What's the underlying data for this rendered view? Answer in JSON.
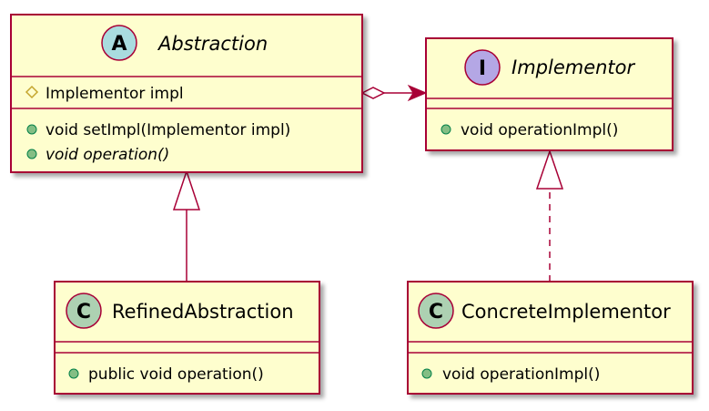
{
  "colors": {
    "box_fill": "#FEFECE",
    "box_border": "#A80036",
    "abstract_badge": "#A9DCDF",
    "interface_badge": "#B4A7E5",
    "class_badge": "#ADD1B2",
    "public_marker": "#84BE84",
    "protected_marker": "#C4A52E"
  },
  "classes": {
    "abstraction": {
      "badge": "A",
      "name": "Abstraction",
      "field": "Implementor impl",
      "method1": "void setImpl(Implementor impl)",
      "method2": "void operation()"
    },
    "implementor": {
      "badge": "I",
      "name": "Implementor",
      "method1": "void operationImpl()"
    },
    "refined": {
      "badge": "C",
      "name": "RefinedAbstraction",
      "method1": "public void operation()"
    },
    "concrete": {
      "badge": "C",
      "name": "ConcreteImplementor",
      "method1": "void operationImpl()"
    }
  },
  "relations": [
    {
      "from": "Abstraction",
      "to": "Implementor",
      "kind": "aggregation"
    },
    {
      "from": "RefinedAbstraction",
      "to": "Abstraction",
      "kind": "generalization"
    },
    {
      "from": "ConcreteImplementor",
      "to": "Implementor",
      "kind": "realization"
    }
  ]
}
